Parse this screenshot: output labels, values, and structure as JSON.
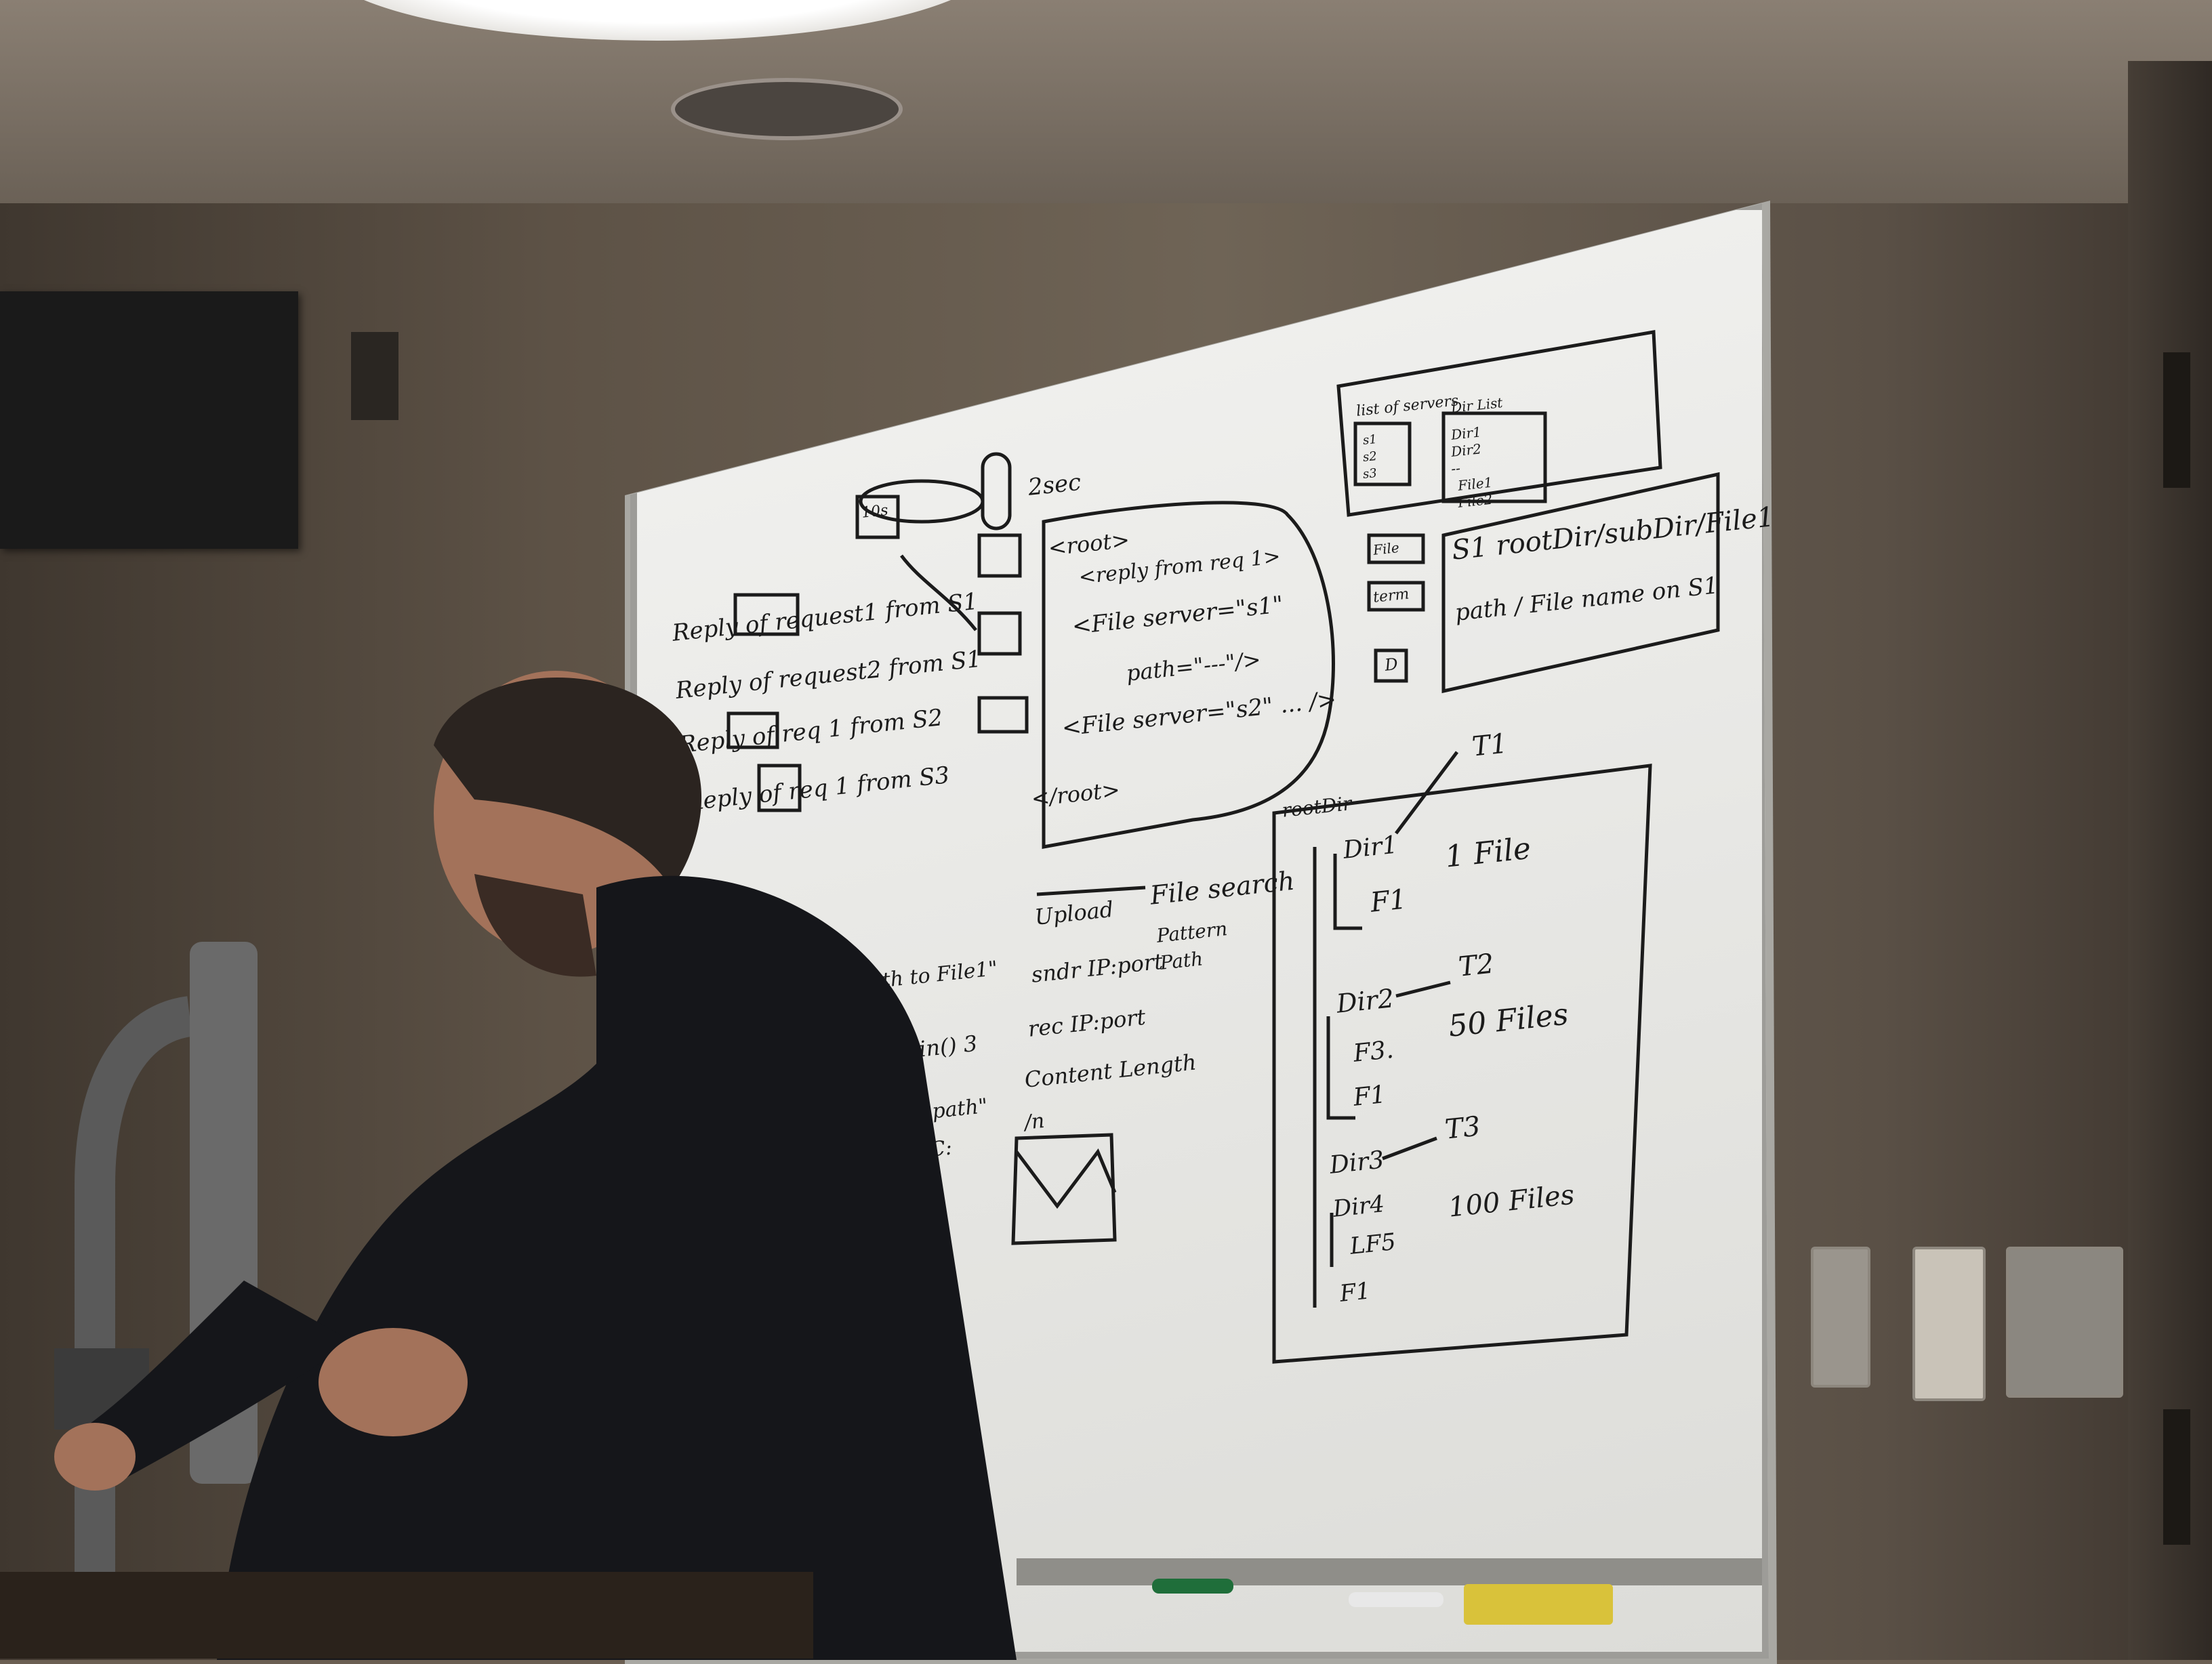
{
  "scene": {
    "colors": {
      "wall": "#6b5f52",
      "board": "#efefec",
      "ink": "#1b1b1b",
      "hoodie": "#15161a",
      "skin": "#a3725a"
    }
  },
  "whiteboard": {
    "left_notes": [
      "Reply of request1 from S1",
      "Reply of request2 from S1",
      "Reply of req 1 from S2",
      "Reply of req 1 from S3"
    ],
    "timing": [
      "10s",
      "2sec"
    ],
    "xml": [
      "<root>",
      "<reply from req 1>",
      "<File server=\"s1\"",
      "path=\"---\"/>",
      "<File server=\"s2\" ... />",
      "</root>"
    ],
    "ui_sketch": {
      "servers_label": "list of servers",
      "servers": [
        "s1",
        "s2",
        "s3"
      ],
      "dir_list_label": "Dir List",
      "dir_items": [
        "Dir1",
        "Dir2",
        "--",
        "File1",
        "File2"
      ],
      "buttons": [
        "File",
        "term",
        "D"
      ],
      "path_line": "S1 rootDir/subDir/File1",
      "path_note": "path / File name on S1"
    },
    "mid_notes": [
      "Upload",
      "File search",
      "Pattern",
      "Path",
      "sndr IP:port",
      "rec IP:port",
      "Content Length",
      "/n"
    ],
    "left_partial": [
      "th to File1\"",
      "main() 3",
      "\"path\"",
      "C:"
    ],
    "tree": {
      "root": "rootDir",
      "nodes": [
        {
          "label": "Dir1",
          "arrow": "T1",
          "note": "1 File"
        },
        {
          "label": "F1",
          "arrow": "",
          "note": ""
        },
        {
          "label": "Dir2",
          "arrow": "T2",
          "note": "50 Files"
        },
        {
          "label": "F3.",
          "arrow": "",
          "note": ""
        },
        {
          "label": "F1",
          "arrow": "",
          "note": ""
        },
        {
          "label": "Dir3",
          "arrow": "T3",
          "note": ""
        },
        {
          "label": "Dir4",
          "arrow": "",
          "note": "100 Files"
        },
        {
          "label": "LF5",
          "arrow": "",
          "note": ""
        },
        {
          "label": "F1",
          "arrow": "",
          "note": ""
        }
      ]
    }
  }
}
